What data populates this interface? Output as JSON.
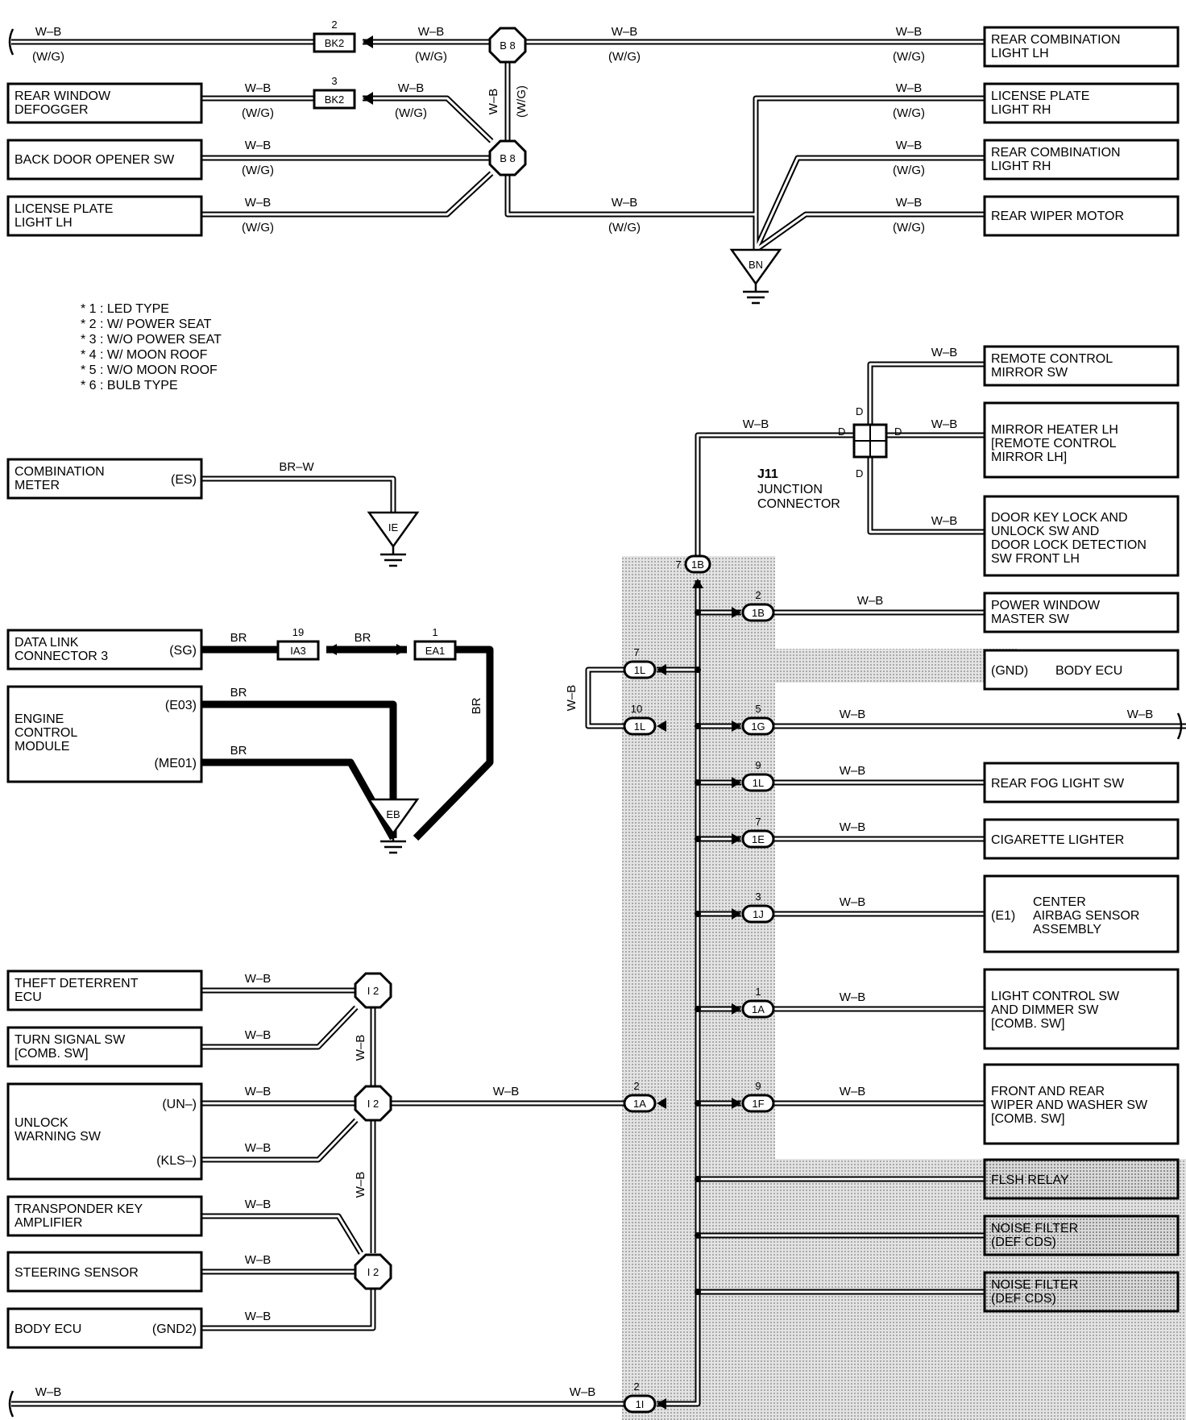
{
  "legend": [
    "* 1 : LED TYPE",
    "* 2 : W/ POWER SEAT",
    "* 3 : W/O POWER SEAT",
    "* 4 : W/ MOON ROOF",
    "* 5 : W/O MOON ROOF",
    "* 6 : BULB TYPE"
  ],
  "wire": {
    "wb": "W–B",
    "wg": "(W/G)",
    "br": "BR",
    "brw": "BR–W"
  },
  "components": {
    "rear_comb_lh": [
      "REAR COMBINATION",
      "LIGHT LH"
    ],
    "license_rh": [
      "LICENSE PLATE",
      "LIGHT RH"
    ],
    "rear_comb_rh": [
      "REAR COMBINATION",
      "LIGHT RH"
    ],
    "rear_wiper": [
      "REAR WIPER MOTOR"
    ],
    "rear_window_defogger": [
      "REAR WINDOW",
      "DEFOGGER"
    ],
    "back_door_opener": [
      "BACK DOOR OPENER SW"
    ],
    "license_lh": [
      "LICENSE PLATE",
      "LIGHT LH"
    ],
    "combination_meter": [
      "COMBINATION",
      "METER"
    ],
    "data_link": [
      "DATA LINK",
      "CONNECTOR 3"
    ],
    "ecm": [
      "ENGINE",
      "CONTROL",
      "MODULE"
    ],
    "remote_mirror": [
      "REMOTE CONTROL",
      "MIRROR SW"
    ],
    "mirror_heater": [
      "MIRROR HEATER LH",
      "[REMOTE CONTROL",
      " MIRROR LH]"
    ],
    "door_key": [
      "DOOR KEY LOCK AND",
      "UNLOCK SW AND",
      "DOOR LOCK DETECTION",
      "SW FRONT LH"
    ],
    "power_window": [
      "POWER WINDOW",
      "MASTER SW"
    ],
    "body_ecu_r": [
      "BODY ECU"
    ],
    "rear_fog": [
      "REAR FOG LIGHT SW"
    ],
    "cig": [
      "CIGARETTE LIGHTER"
    ],
    "airbag": [
      "CENTER",
      "AIRBAG SENSOR",
      "ASSEMBLY"
    ],
    "light_control": [
      "LIGHT CONTROL SW",
      "AND DIMMER SW",
      "[COMB.  SW]"
    ],
    "wiper_sw": [
      "FRONT AND REAR",
      "WIPER AND WASHER SW",
      "[COMB.  SW]"
    ],
    "flsh": [
      "FLSH RELAY"
    ],
    "noise1": [
      "NOISE FILTER",
      "(DEF CDS)"
    ],
    "noise2": [
      "NOISE FILTER",
      "(DEF CDS)"
    ],
    "theft": [
      "THEFT DETERRENT",
      "ECU"
    ],
    "turn_signal": [
      "TURN SIGNAL SW",
      "[COMB. SW]"
    ],
    "unlock_warning": [
      "UNLOCK",
      "WARNING SW"
    ],
    "transponder": [
      "TRANSPONDER KEY",
      "AMPLIFIER"
    ],
    "steering": [
      "STEERING SENSOR"
    ],
    "body_ecu_l": [
      "BODY ECU"
    ]
  },
  "pins": {
    "es": "(ES)",
    "sg": "(SG)",
    "e03": "(E03)",
    "me01": "(ME01)",
    "gnd": "(GND)",
    "e1": "(E1)",
    "un": "(UN–)",
    "kls": "(KLS–)",
    "gnd2": "(GND2)"
  },
  "connectors": {
    "bk2": "BK2",
    "b8": "B 8",
    "bn": "BN",
    "ie": "IE",
    "eb": "EB",
    "ia3": "IA3",
    "ea1": "EA1",
    "i2": "I 2",
    "j11_title": "J11",
    "j11_desc": [
      "JUNCTION",
      "CONNECTOR"
    ],
    "j11_pin": "D",
    "c1b": "1B",
    "c1l": "1L",
    "c1g": "1G",
    "c1e": "1E",
    "c1j": "1J",
    "c1a": "1A",
    "c1f": "1F",
    "c1i": "1I"
  },
  "pin_numbers": {
    "bk2_a": "2",
    "bk2_b": "3",
    "ia3": "19",
    "ea1": "1",
    "c1b_top": "7",
    "c1b_r": "2",
    "c1l_a": "7",
    "c1l_b": "10",
    "c1g": "5",
    "c1l_c": "9",
    "c1e": "7",
    "c1j": "3",
    "c1a_r": "1",
    "c1a_l": "2",
    "c1f": "9",
    "c1i": "2"
  }
}
